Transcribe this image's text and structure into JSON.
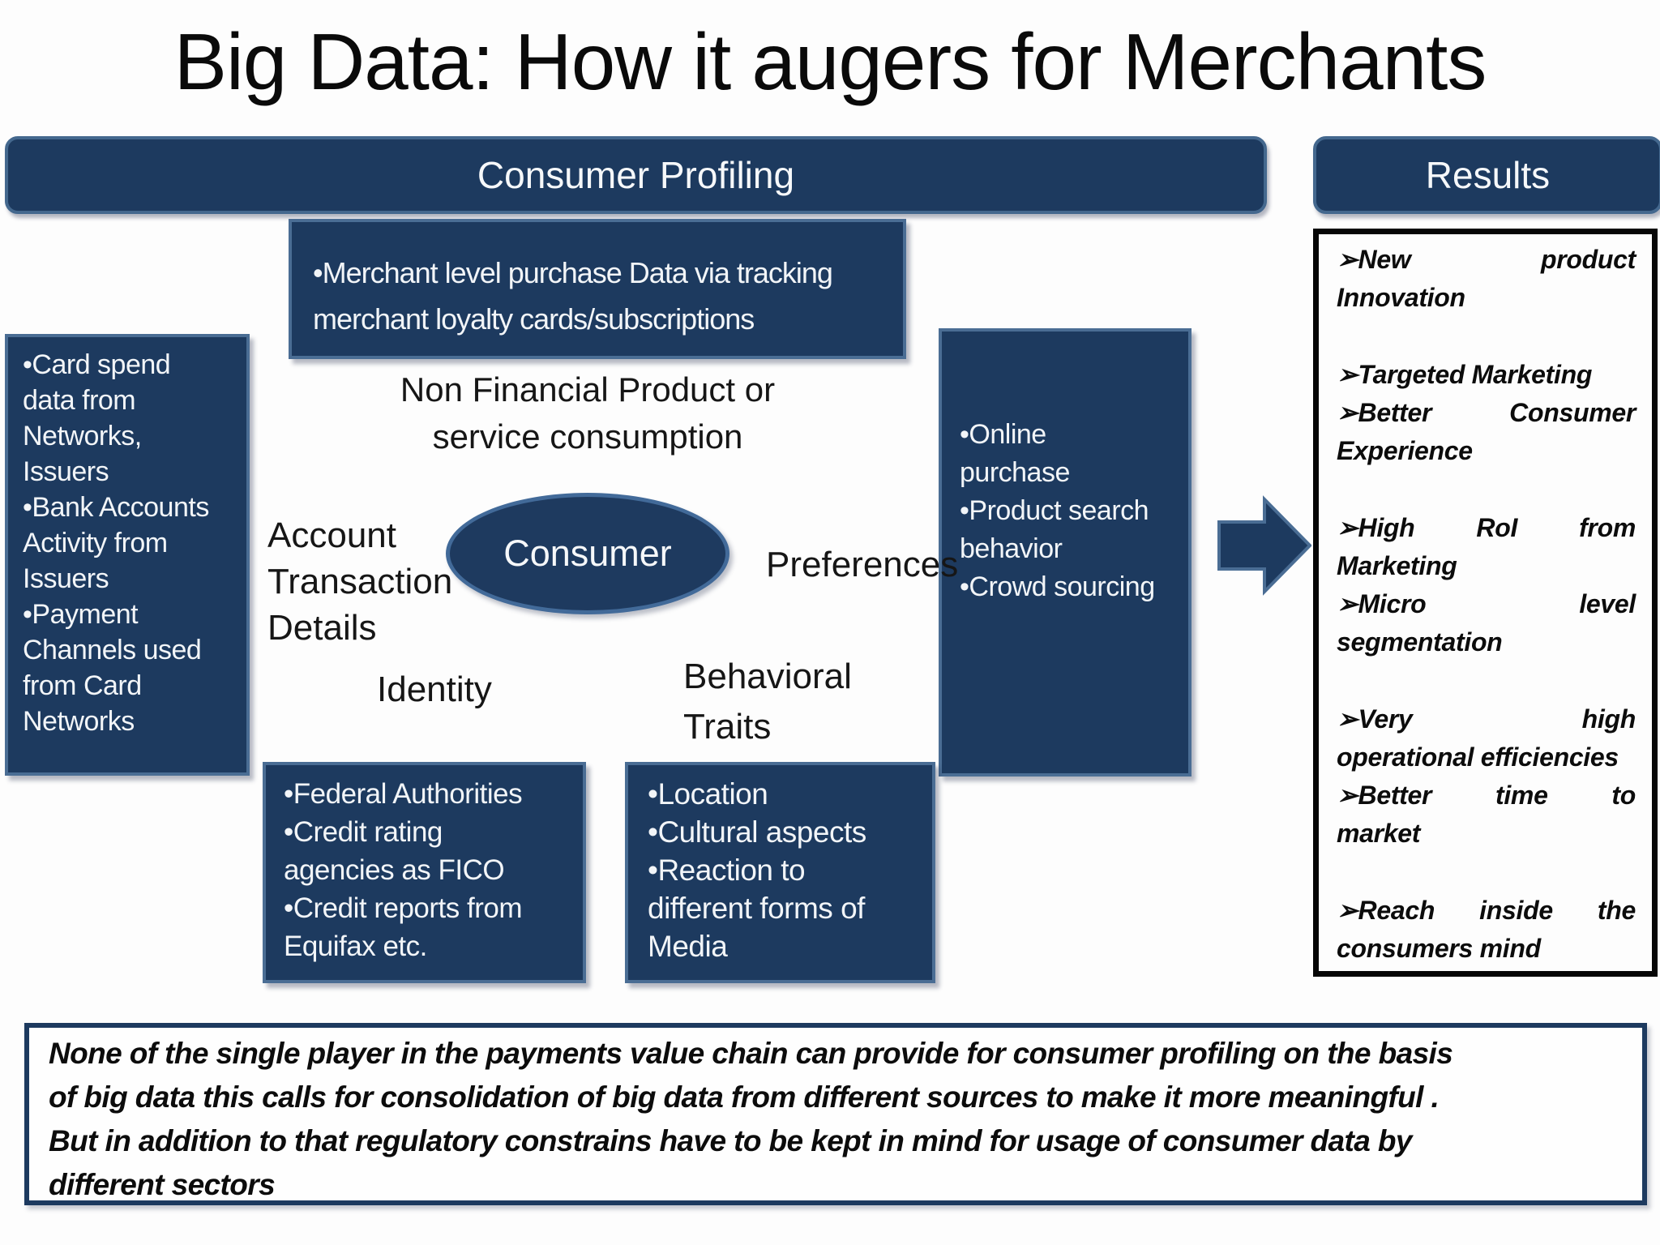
{
  "title": "Big Data: How it augers for Merchants",
  "headers": {
    "consumer_profiling": "Consumer Profiling",
    "results": "Results"
  },
  "colors": {
    "box_fill": "#1d3a5f",
    "box_border": "#4a6d94",
    "bar_border": "#44688e",
    "results_panel_border": "#060606",
    "note_border": "#1d3a5f",
    "light_text": "#f2f5f8",
    "dark_text": "#0c0c0c"
  },
  "boxes": {
    "merchant": {
      "items": [
        "•Merchant level purchase Data via tracking\nmerchant loyalty cards/subscriptions"
      ]
    },
    "card": {
      "items": [
        "•Card spend\ndata from\nNetworks,\n Issuers",
        "•Bank Accounts\nActivity from\nIssuers",
        "•Payment\nChannels  used\nfrom Card\nNetworks"
      ]
    },
    "online": {
      "items": [
        "•Online\npurchase",
        "•Product search\nbehavior",
        "•Crowd sourcing"
      ]
    },
    "federal": {
      "items": [
        "•Federal Authorities",
        "•Credit rating\nagencies as FICO",
        "•Credit reports from\nEquifax etc."
      ]
    },
    "location": {
      "items": [
        "•Location",
        "•Cultural aspects",
        "•Reaction to\ndifferent forms of\nMedia"
      ]
    }
  },
  "center": {
    "non_financial": "Non Financial Product or\nservice consumption",
    "consumer": "Consumer",
    "account": "Account\nTransaction\nDetails",
    "preferences": "Preferences",
    "identity": "Identity",
    "behavioral": "Behavioral\nTraits"
  },
  "results": {
    "lines": [
      "➢New product",
      "Innovation",
      "➢Targeted Marketing",
      "➢Better Consumer",
      "Experience",
      "➢High RoI from",
      "Marketing",
      "➢Micro level",
      "segmentation",
      "➢Very high",
      "operational efficiencies",
      "➢Better time to",
      "market",
      "➢Reach inside the",
      "consumers mind"
    ]
  },
  "note": "None of the single player in the payments value chain can provide for consumer profiling on the basis\nof big data this calls for consolidation of big data from different sources to make it more meaningful .\nBut in addition to that regulatory constrains have to be kept in mind for usage of consumer data by\ndifferent sectors"
}
